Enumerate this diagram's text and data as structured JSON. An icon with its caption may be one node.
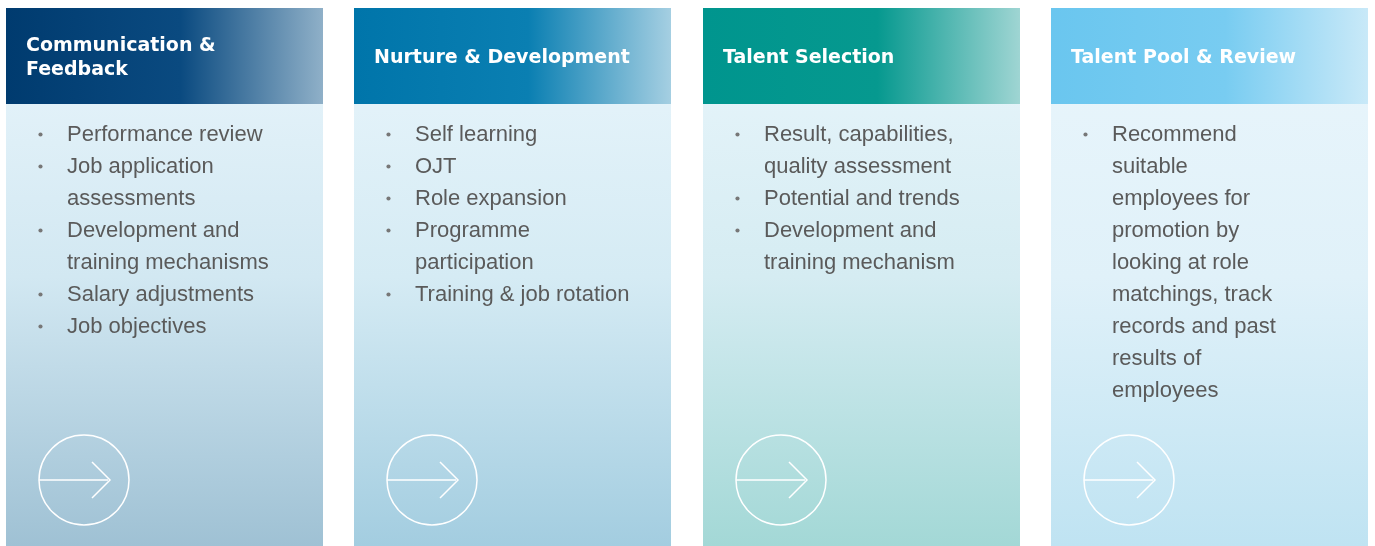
{
  "diagram": {
    "nodes": [
      {
        "text": [
          "Communication & Feedback",
          "Performance review",
          "Job application assessments",
          "Development and training mechanisms",
          "Salary adjustments",
          "Job objectives"
        ]
      },
      {
        "text": [
          "Nurture & Development",
          "Self learning",
          "OJT",
          "Role expansion",
          "Programme participation",
          "Training & job rotation"
        ]
      },
      {
        "text": [
          "Talent Selection",
          "Result, capabilities, quality assessment",
          "Potential and trends",
          "Development and training mechanism"
        ]
      },
      {
        "text": [
          "Talent Pool & Review",
          "Recommend suitable employees for promotion by looking at role matchings, track records and past results of employees"
        ]
      }
    ]
  }
}
